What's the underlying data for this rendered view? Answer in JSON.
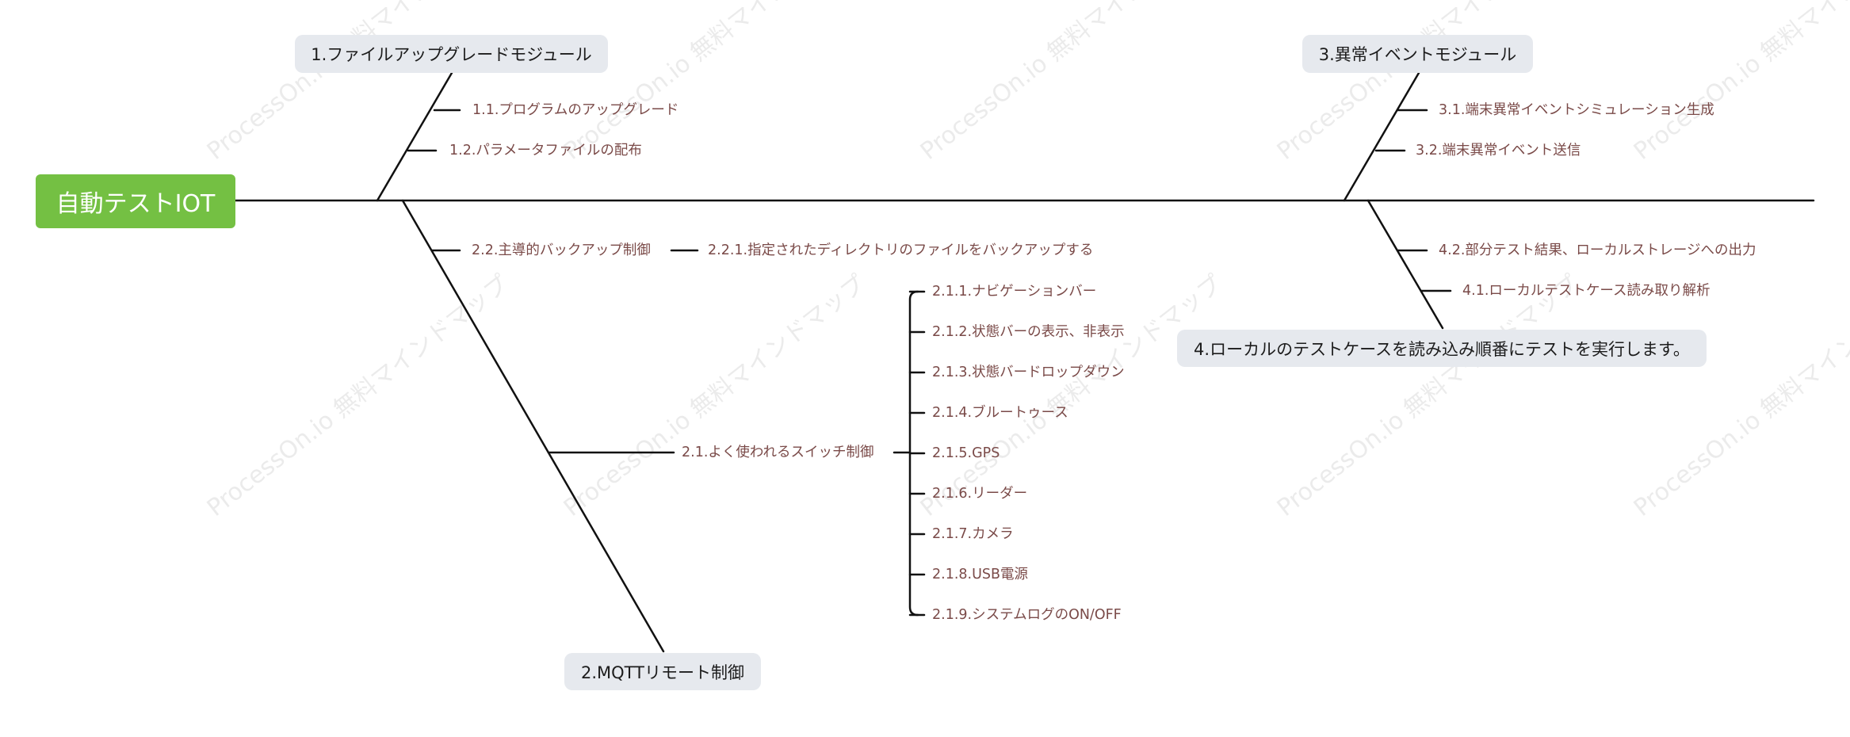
{
  "root": {
    "label": "自動テストIOT",
    "color": "#74c043"
  },
  "branches": {
    "b1": {
      "label": "1.ファイルアップグレードモジュール",
      "items": [
        "1.1.プログラムのアップグレード",
        "1.2.パラメータファイルの配布"
      ]
    },
    "b2": {
      "label": "2.MQTTリモート制御",
      "items": [
        {
          "label": "2.2.主導的バックアップ制御",
          "children": [
            "2.2.1.指定されたディレクトリのファイルをバックアップする"
          ]
        },
        {
          "label": "2.1.よく使われるスイッチ制御",
          "children": [
            "2.1.1.ナビゲーションバー",
            "2.1.2.状態バーの表示、非表示",
            "2.1.3.状態バードロップダウン",
            "2.1.4.ブルートゥース",
            "2.1.5.GPS",
            "2.1.6.リーダー",
            "2.1.7.カメラ",
            "2.1.8.USB電源",
            "2.1.9.システムログのON/OFF"
          ]
        }
      ]
    },
    "b3": {
      "label": "3.異常イベントモジュール",
      "items": [
        "3.1.端末異常イベントシミュレーション生成",
        "3.2.端末異常イベント送信"
      ]
    },
    "b4": {
      "label": "4.ローカルのテストケースを読み込み順番にテストを実行します。",
      "items": [
        "4.2.部分テスト結果、ローカルストレージへの出力",
        "4.1.ローカルテストケース読み取り解析"
      ]
    }
  },
  "watermark": "ProcessOn.io 無料マインドマップ",
  "colors": {
    "line": "#111111",
    "label": "#7a4a48",
    "node_bg": "#e6e9ee"
  }
}
